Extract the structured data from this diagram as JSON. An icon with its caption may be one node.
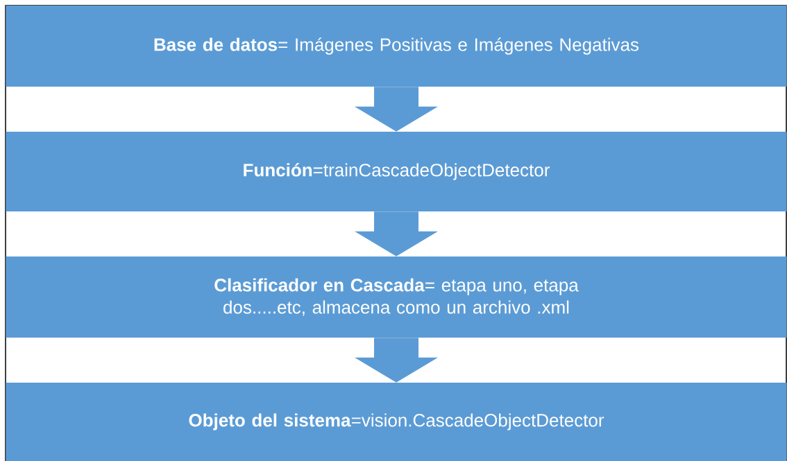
{
  "diagram": {
    "nodes": [
      {
        "text": [
          "**Base de datos**= Imágenes Positivas e Imágenes Negativas"
        ]
      },
      {
        "text": [
          "**Función**=trainCascadeObjectDetector"
        ]
      },
      {
        "text": [
          "**Clasificador en Cascada**= etapa uno, etapa dos.....etc,  almacena como un archivo .xml"
        ]
      },
      {
        "text": [
          "**Objeto del sistema**=vision.CascadeObjectDetector"
        ]
      }
    ],
    "edges": [
      {
        "from": 0,
        "to": 1,
        "arrow": "to"
      },
      {
        "from": 1,
        "to": 2,
        "arrow": "to"
      },
      {
        "from": 2,
        "to": 3,
        "arrow": "to"
      }
    ]
  }
}
